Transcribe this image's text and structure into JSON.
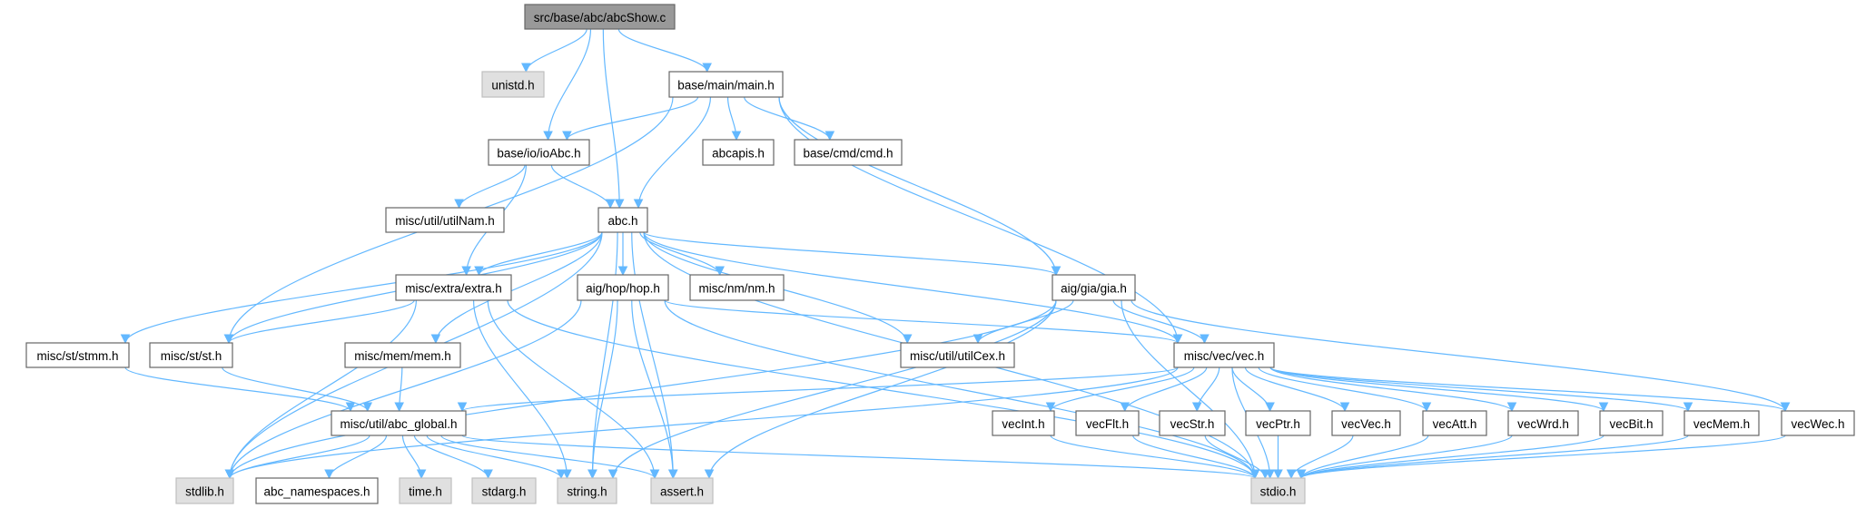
{
  "graph": {
    "title": "src/base/abc/abcShow.c",
    "colors": {
      "edge": "#63b8ff",
      "main_fill": "#999999",
      "system_fill": "#e0e0e0",
      "node_border": "#666666"
    },
    "nodes": [
      {
        "id": "abcShow",
        "label": "src/base/abc/abcShow.c",
        "kind": "main"
      },
      {
        "id": "unistd",
        "label": "unistd.h",
        "kind": "gray"
      },
      {
        "id": "main",
        "label": "base/main/main.h",
        "kind": "white"
      },
      {
        "id": "ioAbc",
        "label": "base/io/ioAbc.h",
        "kind": "white"
      },
      {
        "id": "abcapis",
        "label": "abcapis.h",
        "kind": "white"
      },
      {
        "id": "cmd",
        "label": "base/cmd/cmd.h",
        "kind": "white"
      },
      {
        "id": "utilNam",
        "label": "misc/util/utilNam.h",
        "kind": "white"
      },
      {
        "id": "abc",
        "label": "abc.h",
        "kind": "white"
      },
      {
        "id": "extra",
        "label": "misc/extra/extra.h",
        "kind": "white"
      },
      {
        "id": "hop",
        "label": "aig/hop/hop.h",
        "kind": "white"
      },
      {
        "id": "nm",
        "label": "misc/nm/nm.h",
        "kind": "white"
      },
      {
        "id": "gia",
        "label": "aig/gia/gia.h",
        "kind": "white"
      },
      {
        "id": "stmm",
        "label": "misc/st/stmm.h",
        "kind": "white"
      },
      {
        "id": "st",
        "label": "misc/st/st.h",
        "kind": "white"
      },
      {
        "id": "mem",
        "label": "misc/mem/mem.h",
        "kind": "white"
      },
      {
        "id": "utilCex",
        "label": "misc/util/utilCex.h",
        "kind": "white"
      },
      {
        "id": "vec",
        "label": "misc/vec/vec.h",
        "kind": "white"
      },
      {
        "id": "abc_global",
        "label": "misc/util/abc_global.h",
        "kind": "white"
      },
      {
        "id": "vecInt",
        "label": "vecInt.h",
        "kind": "white"
      },
      {
        "id": "vecFlt",
        "label": "vecFlt.h",
        "kind": "white"
      },
      {
        "id": "vecStr",
        "label": "vecStr.h",
        "kind": "white"
      },
      {
        "id": "vecPtr",
        "label": "vecPtr.h",
        "kind": "white"
      },
      {
        "id": "vecVec",
        "label": "vecVec.h",
        "kind": "white"
      },
      {
        "id": "vecAtt",
        "label": "vecAtt.h",
        "kind": "white"
      },
      {
        "id": "vecWrd",
        "label": "vecWrd.h",
        "kind": "white"
      },
      {
        "id": "vecBit",
        "label": "vecBit.h",
        "kind": "white"
      },
      {
        "id": "vecMem",
        "label": "vecMem.h",
        "kind": "white"
      },
      {
        "id": "vecWec",
        "label": "vecWec.h",
        "kind": "white"
      },
      {
        "id": "stdlib",
        "label": "stdlib.h",
        "kind": "gray"
      },
      {
        "id": "abc_namespaces",
        "label": "abc_namespaces.h",
        "kind": "white"
      },
      {
        "id": "time",
        "label": "time.h",
        "kind": "gray"
      },
      {
        "id": "stdarg",
        "label": "stdarg.h",
        "kind": "gray"
      },
      {
        "id": "string",
        "label": "string.h",
        "kind": "gray"
      },
      {
        "id": "assert",
        "label": "assert.h",
        "kind": "gray"
      },
      {
        "id": "stdio",
        "label": "stdio.h",
        "kind": "gray"
      }
    ],
    "edges": [
      [
        "abcShow",
        "unistd"
      ],
      [
        "abcShow",
        "main"
      ],
      [
        "abcShow",
        "ioAbc"
      ],
      [
        "abcShow",
        "abc"
      ],
      [
        "main",
        "ioAbc"
      ],
      [
        "main",
        "abc"
      ],
      [
        "main",
        "abcapis"
      ],
      [
        "main",
        "cmd"
      ],
      [
        "main",
        "st"
      ],
      [
        "main",
        "gia"
      ],
      [
        "main",
        "vec"
      ],
      [
        "ioAbc",
        "utilNam"
      ],
      [
        "ioAbc",
        "abc"
      ],
      [
        "ioAbc",
        "extra"
      ],
      [
        "abc",
        "stdlib"
      ],
      [
        "abc",
        "stmm"
      ],
      [
        "abc",
        "st"
      ],
      [
        "abc",
        "mem"
      ],
      [
        "abc",
        "extra"
      ],
      [
        "abc",
        "string"
      ],
      [
        "abc",
        "hop"
      ],
      [
        "abc",
        "nm"
      ],
      [
        "abc",
        "assert"
      ],
      [
        "abc",
        "stdio"
      ],
      [
        "abc",
        "utilCex"
      ],
      [
        "abc",
        "gia"
      ],
      [
        "abc",
        "vec"
      ],
      [
        "extra",
        "st"
      ],
      [
        "extra",
        "stdlib"
      ],
      [
        "extra",
        "string"
      ],
      [
        "extra",
        "assert"
      ],
      [
        "extra",
        "stdio"
      ],
      [
        "hop",
        "stdlib"
      ],
      [
        "hop",
        "string"
      ],
      [
        "hop",
        "assert"
      ],
      [
        "hop",
        "stdio"
      ],
      [
        "hop",
        "vec"
      ],
      [
        "gia",
        "utilCex"
      ],
      [
        "gia",
        "vec"
      ],
      [
        "gia",
        "stdlib"
      ],
      [
        "gia",
        "string"
      ],
      [
        "gia",
        "assert"
      ],
      [
        "gia",
        "vecWec"
      ],
      [
        "gia",
        "stdio"
      ],
      [
        "stmm",
        "abc_global"
      ],
      [
        "st",
        "abc_global"
      ],
      [
        "mem",
        "abc_global"
      ],
      [
        "vec",
        "abc_global"
      ],
      [
        "vec",
        "stdlib"
      ],
      [
        "vec",
        "vecInt"
      ],
      [
        "vec",
        "vecFlt"
      ],
      [
        "vec",
        "vecStr"
      ],
      [
        "vec",
        "vecPtr"
      ],
      [
        "vec",
        "vecVec"
      ],
      [
        "vec",
        "vecAtt"
      ],
      [
        "vec",
        "vecWrd"
      ],
      [
        "vec",
        "vecBit"
      ],
      [
        "vec",
        "vecMem"
      ],
      [
        "vec",
        "vecWec"
      ],
      [
        "vec",
        "stdio"
      ],
      [
        "abc_global",
        "stdlib"
      ],
      [
        "abc_global",
        "abc_namespaces"
      ],
      [
        "abc_global",
        "time"
      ],
      [
        "abc_global",
        "stdarg"
      ],
      [
        "abc_global",
        "string"
      ],
      [
        "abc_global",
        "assert"
      ],
      [
        "abc_global",
        "stdio"
      ],
      [
        "vecInt",
        "stdio"
      ],
      [
        "vecFlt",
        "stdio"
      ],
      [
        "vecStr",
        "stdio"
      ],
      [
        "vecPtr",
        "stdio"
      ],
      [
        "vecVec",
        "stdio"
      ],
      [
        "vecAtt",
        "stdio"
      ],
      [
        "vecWrd",
        "stdio"
      ],
      [
        "vecBit",
        "stdio"
      ],
      [
        "vecMem",
        "stdio"
      ],
      [
        "vecWec",
        "stdio"
      ]
    ]
  }
}
